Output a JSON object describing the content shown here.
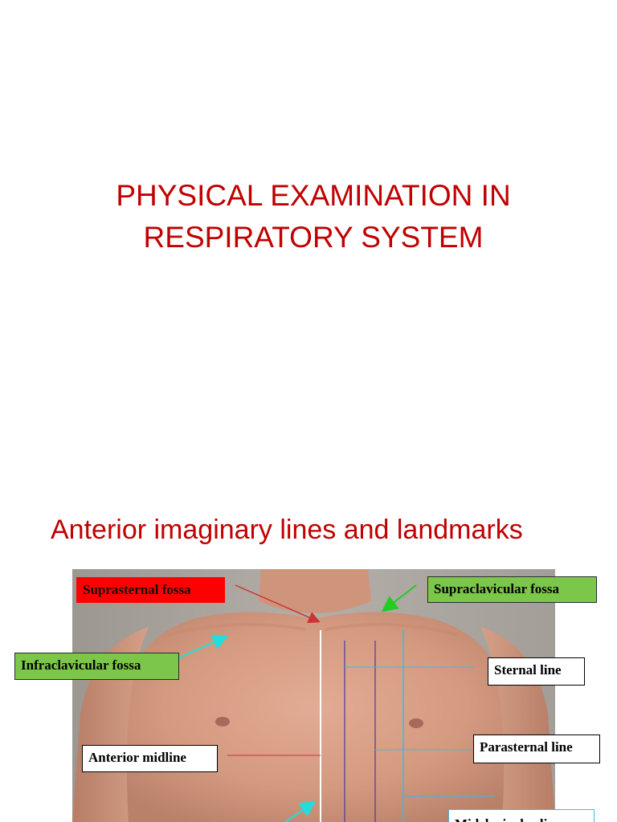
{
  "slide": {
    "title_line1": "PHYSICAL EXAMINATION IN",
    "title_line2": "RESPIRATORY SYSTEM",
    "subtitle": "Anterior imaginary lines and landmarks"
  },
  "labels": {
    "suprasternal_fossa": "Suprasternal fossa",
    "supraclavicular_fossa": "Supraclavicular fossa",
    "infraclavicular_fossa": "Infraclavicular fossa",
    "sternal_line": "Sternal line",
    "anterior_midline": "Anterior midline",
    "parasternal_line": "Parasternal line",
    "midclavicular_line": "Midclavicular line"
  },
  "colors": {
    "title": "#c00000",
    "red_label": "#ff0000",
    "green_label": "#7cc74a",
    "arrow_red": "#cc3333",
    "arrow_green": "#22cc22",
    "arrow_cyan": "#22dddd",
    "line_blue": "#3db8e6",
    "line_purple": "#4a3a9a"
  }
}
